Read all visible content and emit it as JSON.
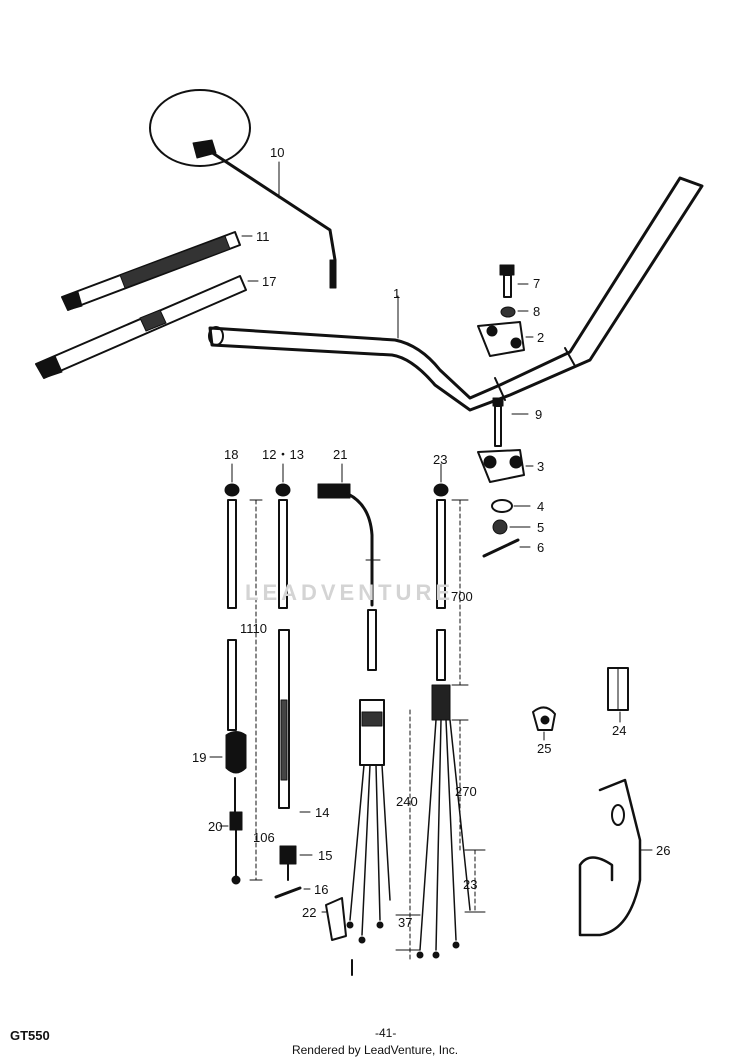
{
  "diagram": {
    "model": "GT550",
    "page_number": "-41-",
    "credit": "Rendered by LeadVenture, Inc.",
    "watermark": "LEADVENTURE",
    "callouts": {
      "c1": "1",
      "c2": "2",
      "c3": "3",
      "c4": "4",
      "c5": "5",
      "c6": "6",
      "c7": "7",
      "c8": "8",
      "c9": "9",
      "c10": "10",
      "c11": "11",
      "c12_13": "12・13",
      "c14": "14",
      "c15": "15",
      "c16": "16",
      "c17": "17",
      "c18": "18",
      "c19": "19",
      "c20": "20",
      "c21": "21",
      "c22": "22",
      "c23a": "23",
      "c23b": "23",
      "c24": "24",
      "c25": "25",
      "c26": "26"
    },
    "dimensions": {
      "d1110": "1110",
      "d1060": "106",
      "d700": "700",
      "d240": "240",
      "d270": "270",
      "d37": "37"
    }
  }
}
